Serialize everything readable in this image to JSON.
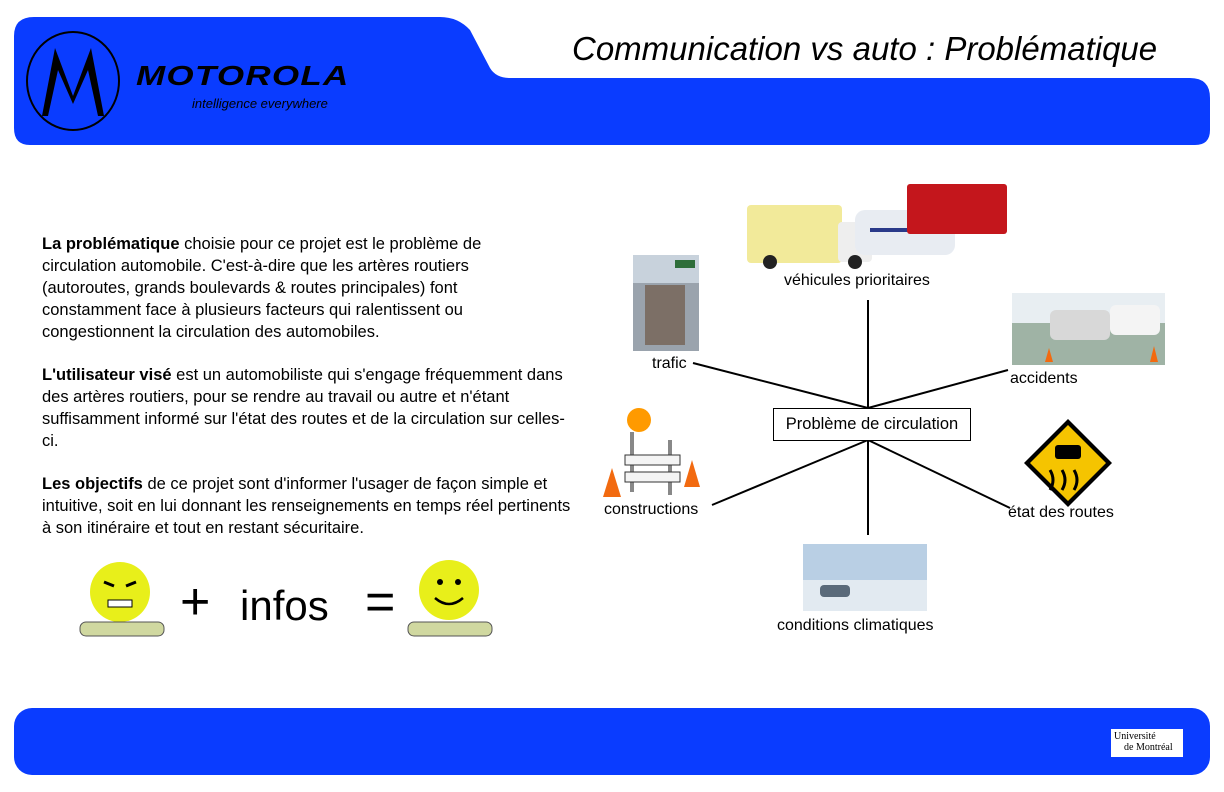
{
  "header": {
    "title": "Communication vs auto : Problématique",
    "brand": "MOTOROLA",
    "tagline": "intelligence everywhere",
    "accent_color": "#0a3cff"
  },
  "paragraphs": [
    {
      "bold": "La problématique",
      "text": " choisie pour ce projet est le problème de circulation automobile. C'est-à-dire que les artères routiers (autoroutes, grands boulevards & routes principales) font constamment face à plusieurs facteurs qui ralentissent ou congestionnent la circulation des automobiles."
    },
    {
      "bold": "L'utilisateur visé",
      "text": " est un automobiliste qui s'engage fréquemment dans des artères routiers, pour se rendre au travail ou autre et n'étant suffisamment informé sur l'état des routes et de la circulation sur celles-ci."
    },
    {
      "bold": "Les objectifs",
      "text": " de ce projet sont d'informer l'usager de façon simple et intuitive, soit en lui donnant les renseignements en temps réel pertinents à son itinéraire et tout en restant sécuritaire."
    }
  ],
  "equation": {
    "plus": "+",
    "word": "infos",
    "equals": "="
  },
  "diagram": {
    "center": "Problème de circulation",
    "nodes": {
      "trafic": "trafic",
      "vehicules": "véhicules prioritaires",
      "accidents": "accidents",
      "constructions": "constructions",
      "etat": "état des routes",
      "climat": "conditions climatiques"
    }
  },
  "footer": {
    "logo_line1": "Université",
    "logo_line2": "de Montréal"
  }
}
